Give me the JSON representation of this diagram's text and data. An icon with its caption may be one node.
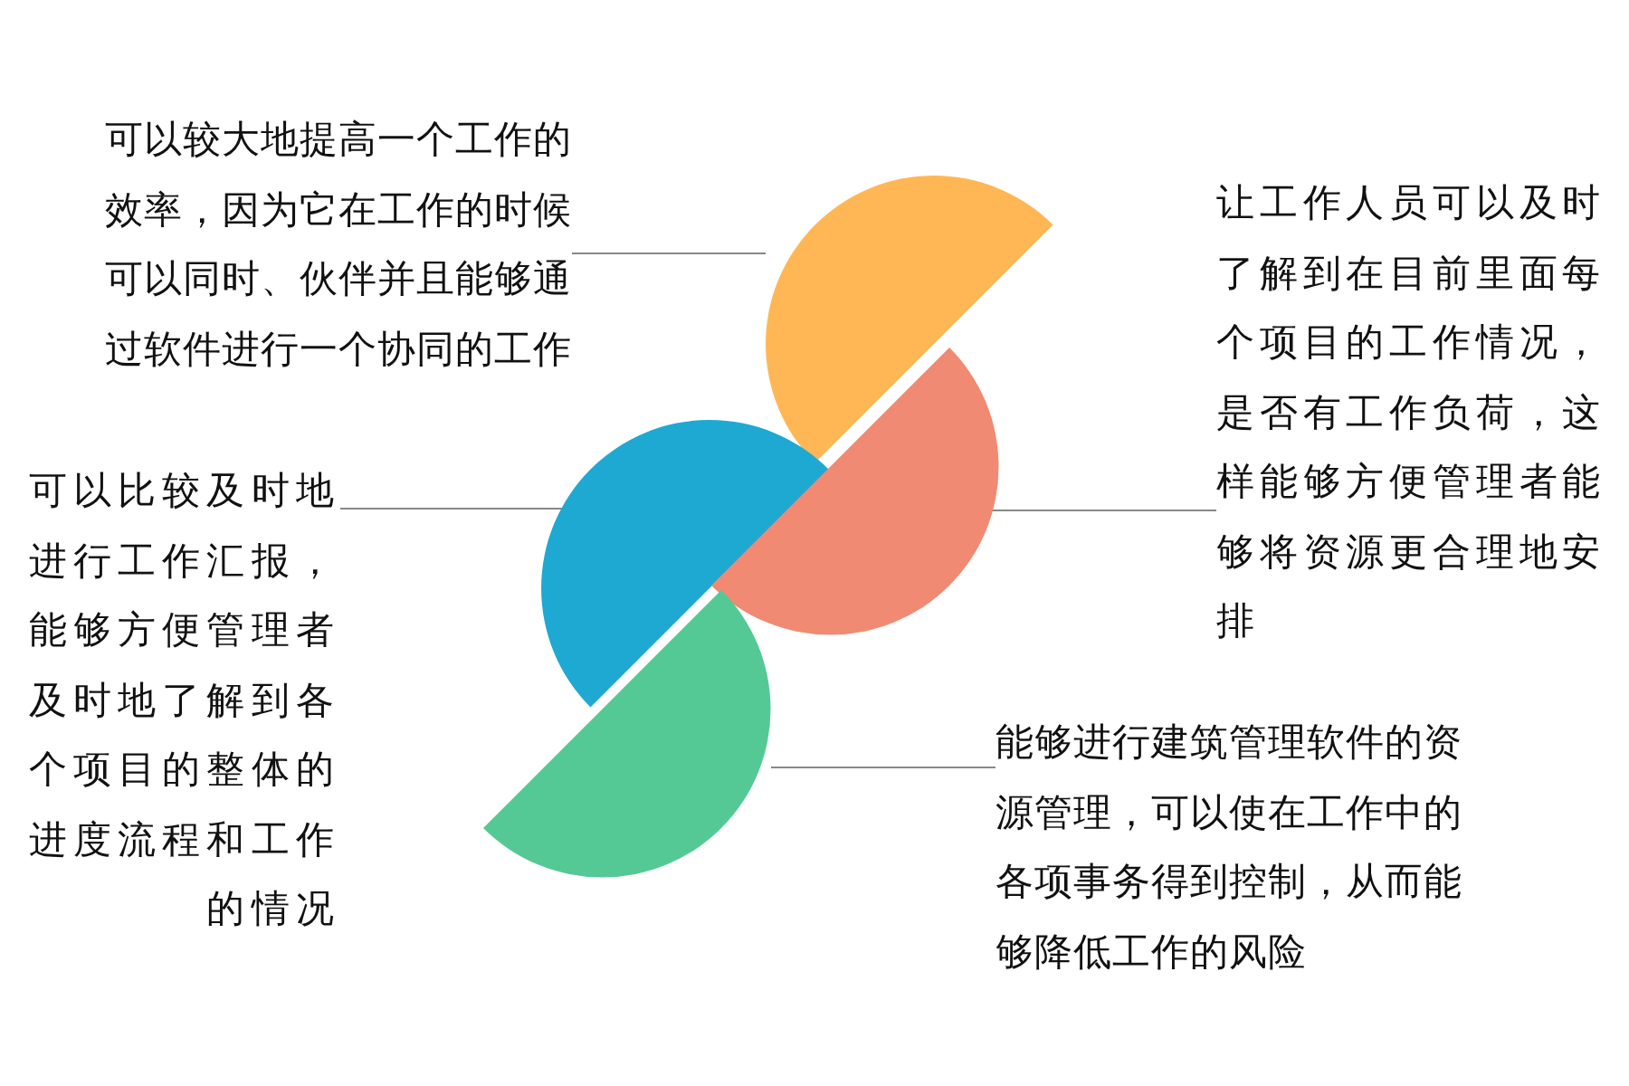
{
  "diagram": {
    "nodes": [
      {
        "text": [
          "可以较大地提高一个工作的效率，因为它在工作的时候可以同时、伙伴并且能够通过软件进行一个协同的工作"
        ]
      },
      {
        "text": [
          "可以比较及时地进行工作汇报，能够方便管理者及时地了解到各个项目的整体的进度流程和工作的情况"
        ]
      },
      {
        "text": [
          "让工作人员可以及时了解到在目前里面每个项目的工作情况，是否有工作负荷，这样能够方便管理者能够将资源更合理地安排"
        ]
      },
      {
        "text": [
          "能够进行建筑管理软件的资源管理，可以使在工作中的各项事务得到控制，从而能够降低工作的风险"
        ]
      },
      {
        "text": [],
        "shape": "semicircle"
      },
      {
        "text": [],
        "shape": "semicircle"
      },
      {
        "text": [],
        "shape": "semicircle"
      },
      {
        "text": [],
        "shape": "semicircle"
      }
    ],
    "edges": [
      {
        "from": 0,
        "to": 4,
        "arrow": "none"
      },
      {
        "from": 1,
        "to": 5,
        "arrow": "none"
      },
      {
        "from": 2,
        "to": 6,
        "arrow": "none"
      },
      {
        "from": 3,
        "to": 7,
        "arrow": "none"
      }
    ]
  }
}
